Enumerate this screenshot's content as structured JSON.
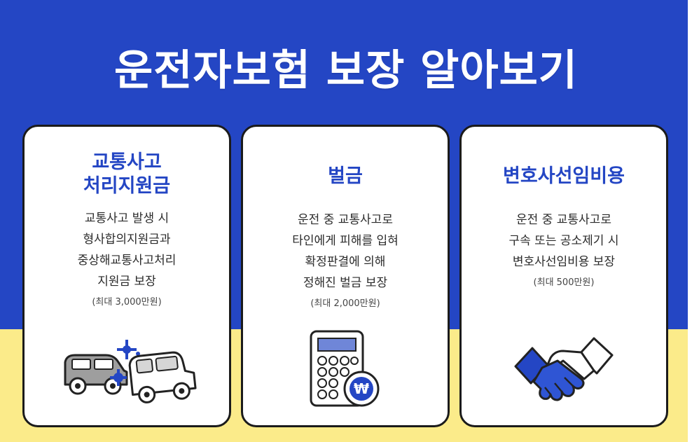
{
  "title": "운전자보험 보장 알아보기",
  "colors": {
    "primary_blue": "#2446c4",
    "yellow": "#fbeb8a",
    "dark": "#1b1b1b"
  },
  "cards": [
    {
      "title": "교통사고\n처리지원금",
      "description": "교통사고 발생 시\n형사합의지원금과\n중상해교통사고처리\n지원금 보장",
      "note": "(최대 3,000만원)",
      "icon": "car-crash-icon"
    },
    {
      "title": "벌금",
      "description": "운전 중 교통사고로\n타인에게 피해를 입혀\n확정판결에 의해\n정해진 벌금 보장",
      "note": "(최대 2,000만원)",
      "icon": "calculator-won-icon",
      "icon_symbol": "₩"
    },
    {
      "title": "변호사선임비용",
      "description": "운전 중 교통사고로\n구속 또는 공소제기 시\n변호사선임비용 보장",
      "note": "(최대 500만원)",
      "icon": "handshake-icon"
    }
  ]
}
